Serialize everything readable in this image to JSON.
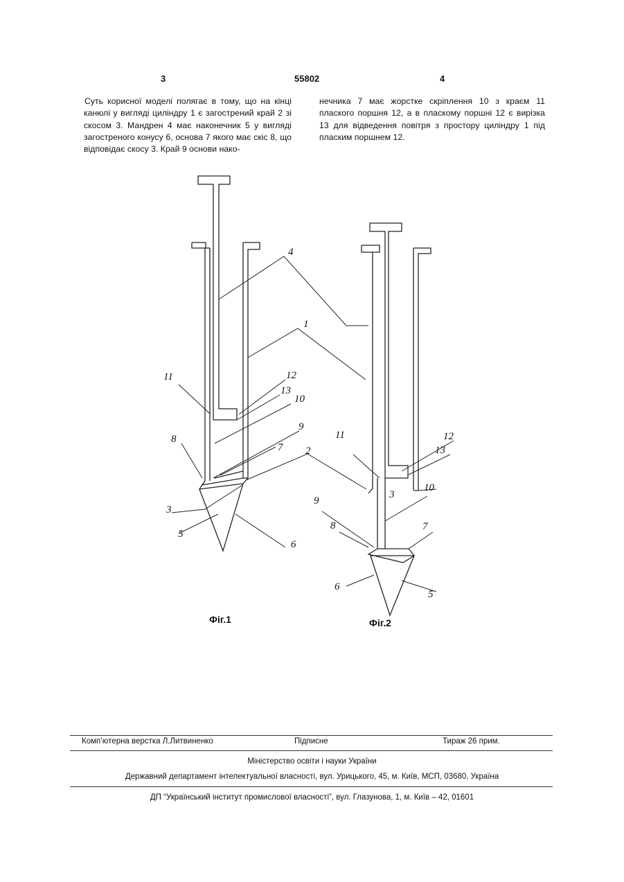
{
  "header": {
    "page_left": "3",
    "patent_no": "55802",
    "page_right": "4"
  },
  "body_text": {
    "left": "Суть корисної моделі полягає в тому, що на кінці канюлі у вигляді циліндру 1 є загострений край 2 зі скосом 3. Мандрен 4 має наконечник 5 у вигляді загостреного конусу 6, основа 7 якого має скіс 8, що відповідає скосу 3. Край 9 основи нако-",
    "right": "нечника 7 має жорстке скріплення 10 з краєм 11 плаского поршня 12, а в пласкому поршні 12 є вирізка 13 для відведення повітря з простору циліндру 1 під пласким поршнем 12."
  },
  "figures": {
    "fig1": {
      "caption": "Фіг.1",
      "labels": [
        "4",
        "1",
        "11",
        "12",
        "13",
        "10",
        "9",
        "8",
        "7",
        "2",
        "3",
        "5",
        "6"
      ]
    },
    "fig2": {
      "caption": "Фіг.2",
      "labels": [
        "11",
        "12",
        "13",
        "3",
        "10",
        "9",
        "8",
        "7",
        "6",
        "5"
      ]
    }
  },
  "footer": {
    "typesetting": "Комп’ютерна верстка Л.Литвиненко",
    "signed": "Підписне",
    "circulation": "Тираж 26 прим.",
    "ministry": "Міністерство освіти і науки України",
    "department": "Державний департамент інтелектуальної власності, вул. Урицького, 45, м. Київ, МСП, 03680, Україна",
    "institute": "ДП “Український інститут промислової власності”, вул. Глазунова, 1, м. Київ – 42, 01601"
  }
}
